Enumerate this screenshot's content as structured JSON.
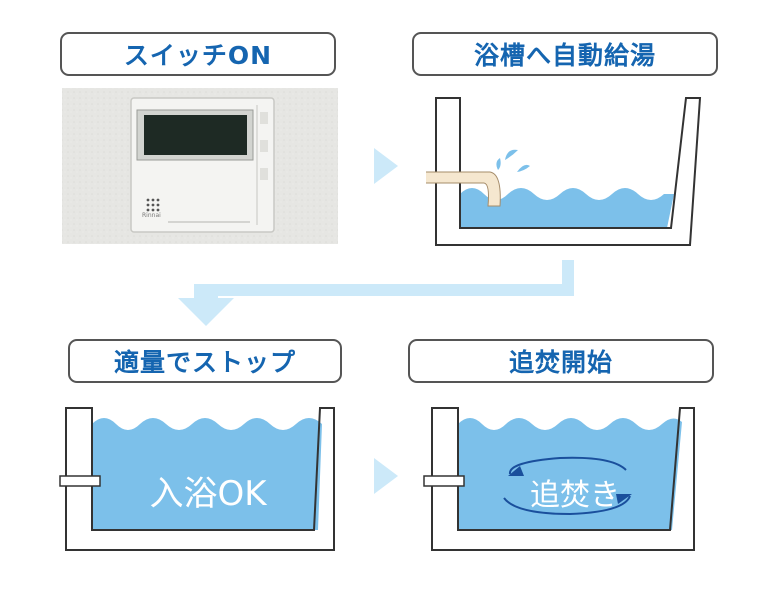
{
  "steps": [
    {
      "label": "スイッチON"
    },
    {
      "label": "浴槽へ自動給湯"
    },
    {
      "label": "適量でストップ",
      "inside_text": "入浴OK"
    },
    {
      "label": "追焚開始",
      "inside_text": "追焚き"
    }
  ],
  "remote": {
    "brand": "Rinnai"
  },
  "colors": {
    "label_text": "#1565b0",
    "water": "#7cc0ea",
    "arrow": "#cce9f9",
    "tub_line": "#333333"
  },
  "icons": [
    "arrow-right-icon",
    "arrow-down-left-icon",
    "arrow-right-icon",
    "circular-arrows-icon"
  ]
}
